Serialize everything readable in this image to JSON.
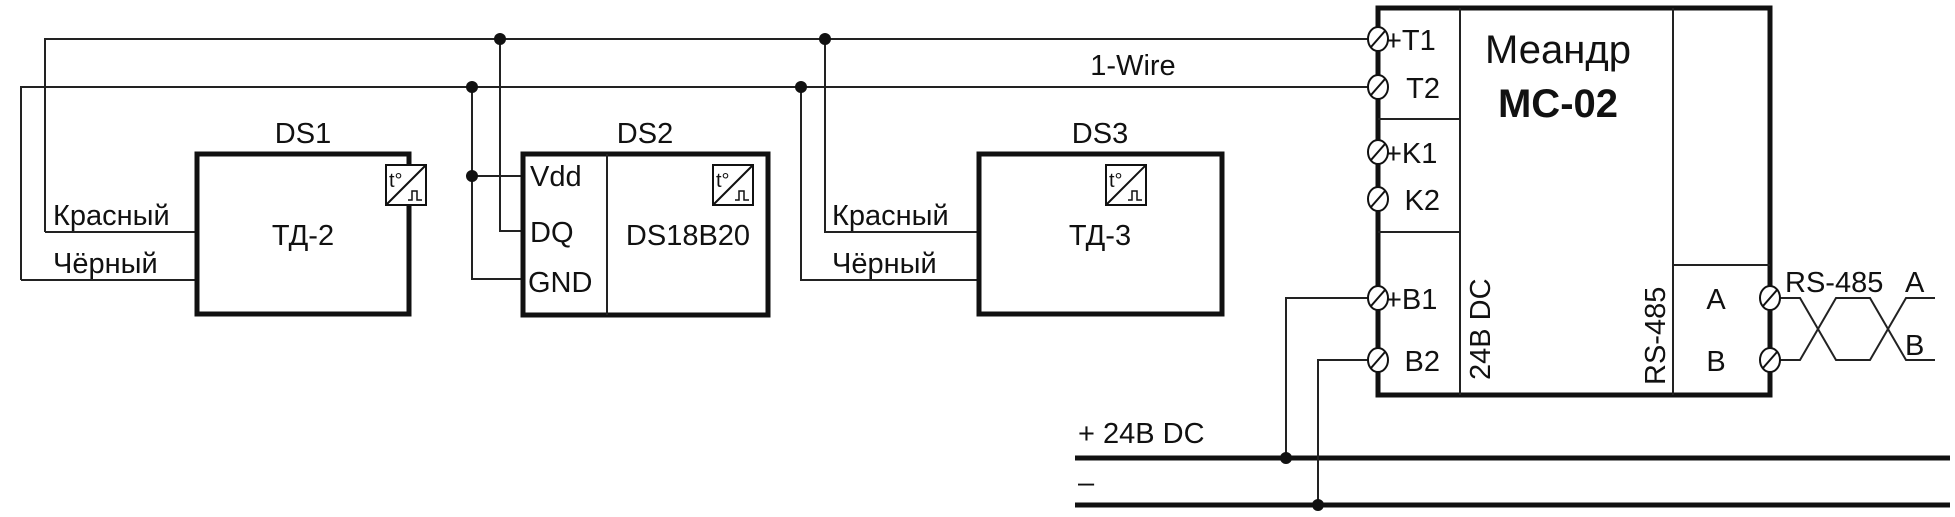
{
  "diagram": {
    "type": "wiring-schematic",
    "bus_label": "1-Wire",
    "sensors": [
      {
        "ref": "DS1",
        "model": "ТД-2",
        "icon": "temperature-to-pulse-icon",
        "wire_red_label": "Красный",
        "wire_black_label": "Чёрный"
      },
      {
        "ref": "DS2",
        "model": "DS18B20",
        "icon": "temperature-to-pulse-icon",
        "pins": [
          "Vdd",
          "DQ",
          "GND"
        ]
      },
      {
        "ref": "DS3",
        "model": "ТД-3",
        "icon": "temperature-to-pulse-icon",
        "wire_red_label": "Красный",
        "wire_black_label": "Чёрный"
      }
    ],
    "controller": {
      "name": "Меандр",
      "model": "МС-02",
      "terminals_left": [
        "+T1",
        "T2",
        "+K1",
        "K2",
        "+B1",
        "B2"
      ],
      "power_group_label": "24В DC",
      "rs485_group_label": "RS-485",
      "terminals_right": [
        "A",
        "B"
      ]
    },
    "rs485_line": {
      "label": "RS-485",
      "a": "A",
      "b": "B"
    },
    "power_rails": {
      "positive": "+ 24В DC",
      "negative": "–"
    }
  }
}
